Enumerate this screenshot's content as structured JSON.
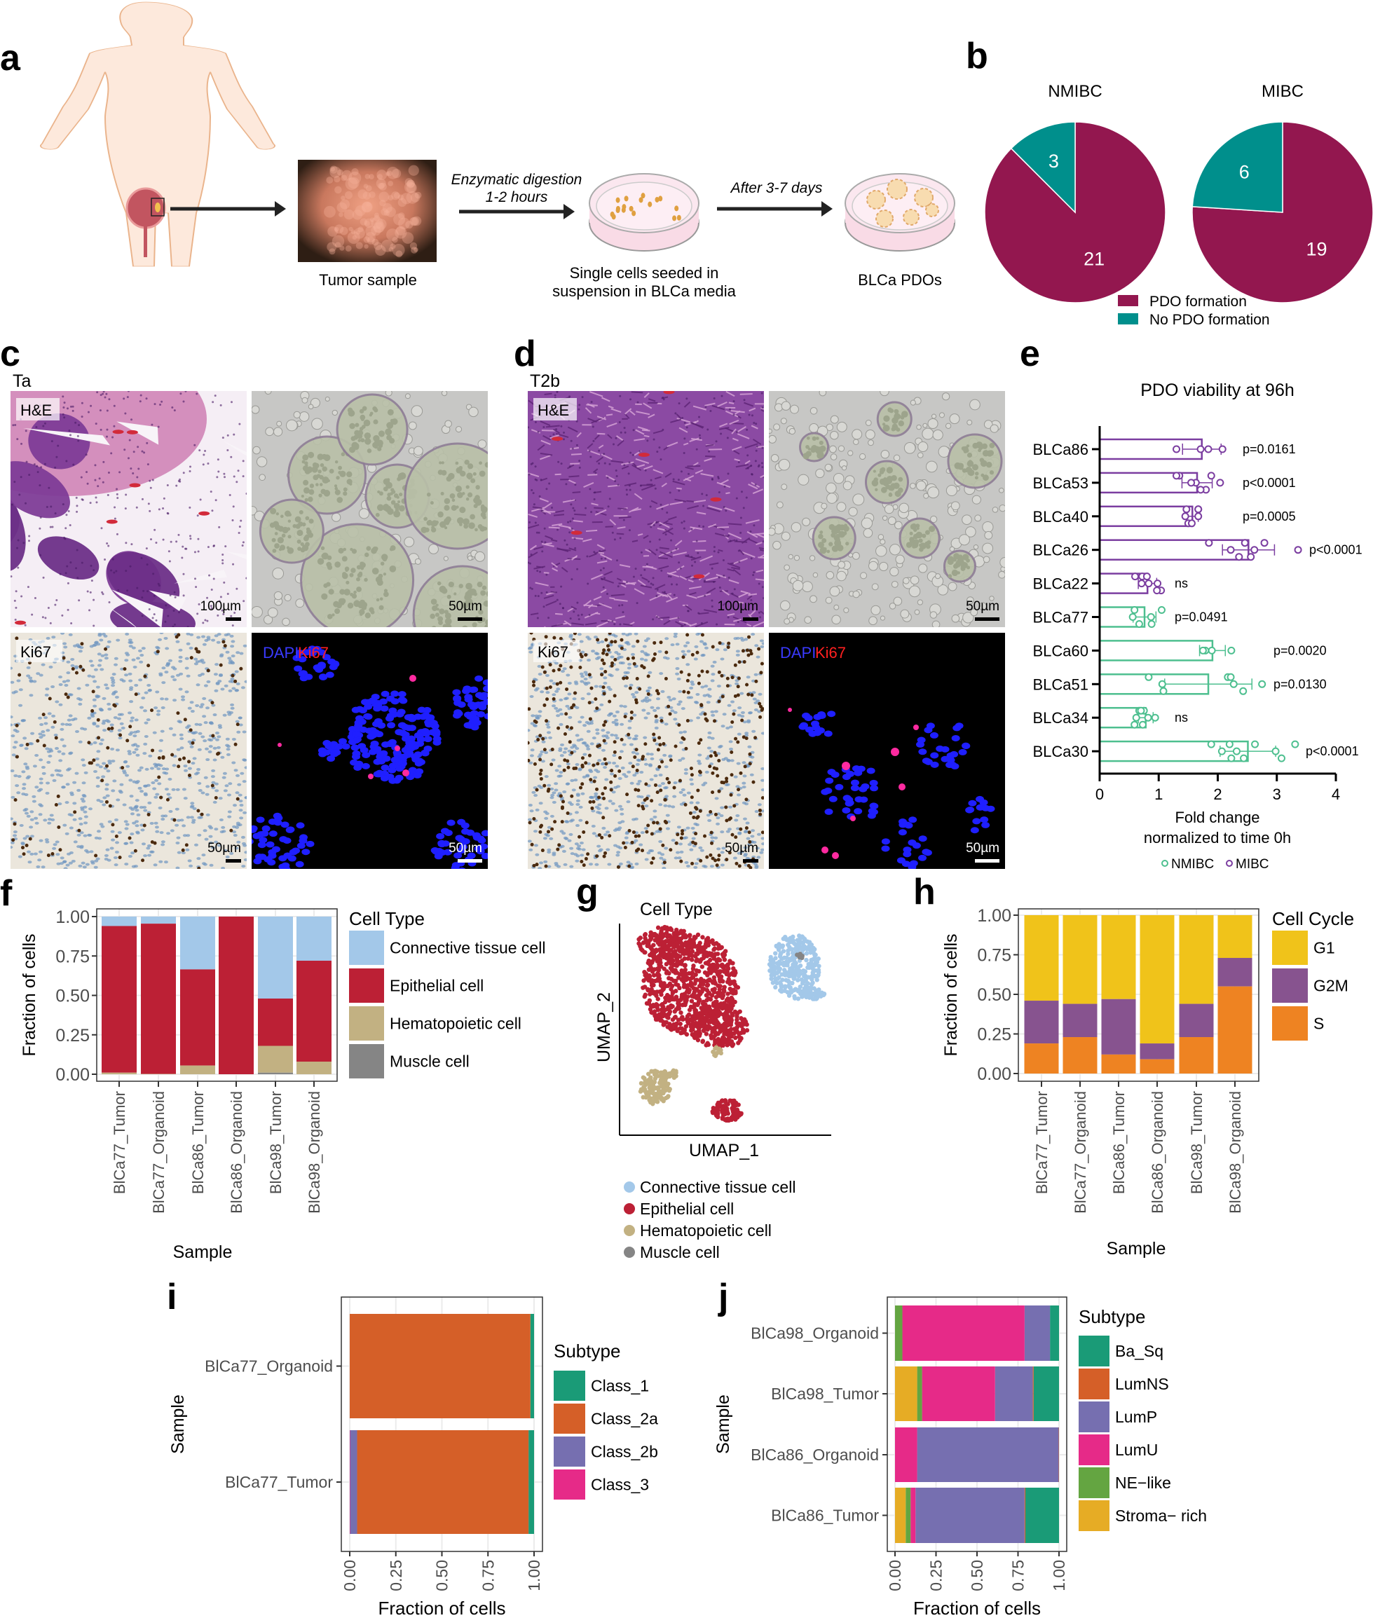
{
  "panels": {
    "a": "a",
    "b": "b",
    "c": "c",
    "d": "d",
    "e": "e",
    "f": "f",
    "g": "g",
    "h": "h",
    "i": "i",
    "j": "j"
  },
  "panel_a": {
    "tumor_label": "Tumor sample",
    "step1_line1": "Enzymatic digestion",
    "step1_line2": "1-2 hours",
    "seed_line1": "Single cells seeded in",
    "seed_line2": "suspension in BLCa media",
    "step2": "After 3-7 days",
    "pdo_label": "BLCa PDOs"
  },
  "panel_c": {
    "stage": "Ta",
    "he": "H&E",
    "ki67": "Ki67",
    "dapi": "DAPI",
    "dapi_ki67": "Ki67",
    "scale_he": "100µm",
    "scale_bf": "50µm",
    "scale_ki67": "50µm",
    "scale_if": "50µm"
  },
  "panel_d": {
    "stage": "T2b",
    "he": "H&E",
    "ki67": "Ki67",
    "dapi": "DAPI",
    "dapi_ki67": "Ki67",
    "scale_he": "100µm",
    "scale_bf": "50µm",
    "scale_ki67": "50µm",
    "scale_if": "50µm"
  },
  "chart_data": [
    {
      "panel": "b",
      "type": "pie",
      "title": "NMIBC",
      "labels": [
        "PDO formation",
        "No PDO formation"
      ],
      "values": [
        21,
        3
      ],
      "colors": [
        "#93174F",
        "#008F8C"
      ]
    },
    {
      "panel": "b",
      "type": "pie",
      "title": "MIBC",
      "labels": [
        "PDO formation",
        "No PDO formation"
      ],
      "values": [
        19,
        6
      ],
      "colors": [
        "#93174F",
        "#008F8C"
      ]
    },
    {
      "panel": "e",
      "type": "bar",
      "orientation": "horizontal",
      "title": "PDO viability at 96h",
      "xlabel": [
        "Fold change",
        "normalized to time 0h"
      ],
      "xlim": [
        0,
        4
      ],
      "xticks": [
        "0",
        "1",
        "2",
        "3",
        "4"
      ],
      "categories": [
        "BLCa86",
        "BLCa53",
        "BLCa40",
        "BLCa26",
        "BLCa22",
        "BLCa77",
        "BLCa60",
        "BLCa51",
        "BLCa34",
        "BLCa30"
      ],
      "groups": [
        "MIBC",
        "MIBC",
        "MIBC",
        "MIBC",
        "MIBC",
        "NMIBC",
        "NMIBC",
        "NMIBC",
        "NMIBC",
        "NMIBC"
      ],
      "values": [
        1.73,
        1.65,
        1.57,
        2.52,
        0.81,
        0.76,
        1.91,
        1.84,
        0.78,
        2.51
      ],
      "points": [
        [
          1.3,
          1.71,
          1.84,
          2.08
        ],
        [
          1.35,
          1.63,
          1.8,
          1.3,
          1.55,
          1.71,
          1.89,
          2.04
        ],
        [
          1.47,
          1.67,
          1.5,
          1.67,
          1.45,
          1.56,
          1.67
        ],
        [
          1.85,
          2.22,
          2.36,
          2.46,
          2.62,
          2.56,
          2.79,
          3.36
        ],
        [
          0.72,
          0.83,
          1.04,
          0.6,
          0.71,
          0.97,
          0.8,
          0.98
        ],
        [
          0.59,
          0.87,
          0.67,
          1.05,
          0.56,
          0.88
        ],
        [
          1.79,
          1.9,
          1.75,
          2.23
        ],
        [
          0.83,
          1.06,
          1.08,
          2.17,
          2.27,
          2.43,
          2.22,
          2.75
        ],
        [
          0.67,
          0.62,
          0.73,
          0.75,
          0.94,
          0.59,
          0.7,
          0.82
        ],
        [
          1.89,
          2.07,
          2.23,
          2.2,
          2.32,
          2.44,
          2.63,
          2.98,
          3.08,
          3.31
        ]
      ],
      "pvalues": [
        "p=0.0161",
        "p<0.0001",
        "p=0.0005",
        "p<0.0001",
        "ns",
        "p=0.0491",
        "p=0.0020",
        "p=0.0130",
        "ns",
        "p<0.0001"
      ],
      "legend": [
        {
          "name": "NMIBC",
          "color": "#4DBF8F"
        },
        {
          "name": "MIBC",
          "color": "#7B3DA0"
        }
      ]
    },
    {
      "panel": "f",
      "type": "bar",
      "stacked": true,
      "xlabel": "Sample",
      "ylabel": "Fraction of cells",
      "ylim": [
        0,
        1
      ],
      "yticks": [
        "0.00",
        "0.25",
        "0.50",
        "0.75",
        "1.00"
      ],
      "legend_title": "Cell Type",
      "categories": [
        "BlCa77_Tumor",
        "BlCa77_Organoid",
        "BlCa86_Tumor",
        "BlCa86_Organoid",
        "BlCa98_Tumor",
        "BlCa98_Organoid"
      ],
      "series": [
        {
          "name": "Connective tissue cell",
          "color": "#A3C8E9",
          "values": [
            0.06,
            0.045,
            0.335,
            0.0,
            0.52,
            0.28
          ]
        },
        {
          "name": "Epithelial cell",
          "color": "#BC2035",
          "values": [
            0.93,
            0.953,
            0.61,
            1.0,
            0.3,
            0.64
          ]
        },
        {
          "name": "Hematopoietic cell",
          "color": "#C2B182",
          "values": [
            0.01,
            0.002,
            0.055,
            0.0,
            0.17,
            0.08
          ]
        },
        {
          "name": "Muscle cell",
          "color": "#858585",
          "values": [
            0.0,
            0.0,
            0.0,
            0.0,
            0.01,
            0.0
          ]
        }
      ]
    },
    {
      "panel": "g",
      "type": "scatter",
      "title": "Cell Type",
      "xlabel": "UMAP_1",
      "ylabel": "UMAP_2",
      "legend": [
        {
          "name": "Connective tissue cell",
          "color": "#A3C8E9"
        },
        {
          "name": "Epithelial cell",
          "color": "#BC2035"
        },
        {
          "name": "Hematopoietic cell",
          "color": "#C2B182"
        },
        {
          "name": "Muscle cell",
          "color": "#858585"
        }
      ]
    },
    {
      "panel": "h",
      "type": "bar",
      "stacked": true,
      "xlabel": "Sample",
      "ylabel": "Fraction of cells",
      "ylim": [
        0,
        1
      ],
      "yticks": [
        "0.00",
        "0.25",
        "0.50",
        "0.75",
        "1.00"
      ],
      "legend_title": "Cell Cycle",
      "categories": [
        "BlCa77_Tumor",
        "BlCa77_Organoid",
        "BlCa86_Tumor",
        "BlCa86_Organoid",
        "BlCa98_Tumor",
        "BlCa98_Organoid"
      ],
      "series": [
        {
          "name": "G1",
          "color": "#F0C31A",
          "values": [
            0.54,
            0.56,
            0.53,
            0.81,
            0.56,
            0.27
          ]
        },
        {
          "name": "G2M",
          "color": "#87538F",
          "values": [
            0.27,
            0.21,
            0.35,
            0.1,
            0.21,
            0.18
          ]
        },
        {
          "name": "S",
          "color": "#EE8322",
          "values": [
            0.19,
            0.23,
            0.12,
            0.09,
            0.23,
            0.55
          ]
        }
      ]
    },
    {
      "panel": "i",
      "type": "bar",
      "stacked": true,
      "orientation": "horizontal",
      "xlabel": "Fraction of cells",
      "ylabel": "Sample",
      "xlim": [
        0,
        1
      ],
      "xticks": [
        "0.00",
        "0.25",
        "0.50",
        "0.75",
        "1.00"
      ],
      "legend_title": "Subtype",
      "categories": [
        "BlCa77_Organoid",
        "BlCa77_Tumor"
      ],
      "series": [
        {
          "name": "Class_1",
          "color": "#1A9B77",
          "values": [
            0.02,
            0.03
          ]
        },
        {
          "name": "Class_2a",
          "color": "#D55F28",
          "values": [
            0.98,
            0.93
          ]
        },
        {
          "name": "Class_2b",
          "color": "#766FB0",
          "values": [
            0.0,
            0.038
          ]
        },
        {
          "name": "Class_3",
          "color": "#E62A88",
          "values": [
            0.0,
            0.002
          ]
        }
      ]
    },
    {
      "panel": "j",
      "type": "bar",
      "stacked": true,
      "orientation": "horizontal",
      "xlabel": "Fraction of cells",
      "ylabel": "Sample",
      "xlim": [
        0,
        1
      ],
      "xticks": [
        "0.00",
        "0.25",
        "0.50",
        "0.75",
        "1.00"
      ],
      "legend_title": "Subtype",
      "categories": [
        "BlCa98_Organoid",
        "BlCa98_Tumor",
        "BlCa86_Organoid",
        "BlCa86_Tumor"
      ],
      "series": [
        {
          "name": "Ba_Sq",
          "color": "#1A9B77",
          "values": [
            0.055,
            0.155,
            0.0,
            0.205
          ]
        },
        {
          "name": "LumNS",
          "color": "#D55F28",
          "values": [
            0.0,
            0.005,
            0.002,
            0.005
          ]
        },
        {
          "name": "LumP",
          "color": "#766FB0",
          "values": [
            0.155,
            0.23,
            0.863,
            0.665
          ]
        },
        {
          "name": "LumU",
          "color": "#E62A88",
          "values": [
            0.745,
            0.445,
            0.135,
            0.03
          ]
        },
        {
          "name": "NE−like",
          "color": "#64A541",
          "values": [
            0.045,
            0.03,
            0.0,
            0.03
          ]
        },
        {
          "name": "Stroma− rich",
          "color": "#E6AC25",
          "values": [
            0.0,
            0.135,
            0.0,
            0.065
          ]
        }
      ]
    }
  ]
}
